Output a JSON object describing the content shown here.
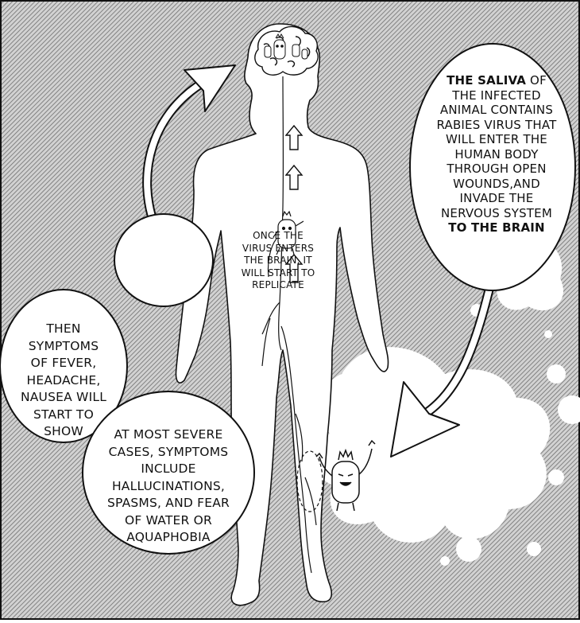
{
  "panel": {
    "colors": {
      "background_pattern": "#8a8a8a",
      "background_light": "#cfcfcf",
      "outline": "#111111",
      "fill": "#ffffff"
    },
    "icons": [
      "rabies-virus-character-icon",
      "up-arrow-icon",
      "curved-arrow-icon",
      "ink-splatter-icon"
    ]
  },
  "bubbles": {
    "saliva": {
      "pre": "",
      "bold1": "THE SALIVA",
      "mid": " OF THE INFECTED ANIMAL CONTAINS RABIES VIRUS THAT WILL ENTER THE HUMAN BODY THROUGH OPEN WOUNDS,AND INVADE THE NERVOUS SYSTEM ",
      "bold2": "TO THE BRAIN"
    },
    "replicate": "ONCE THE VIRUS ENTERS THE BRAIN, IT WILL START TO REPLICATE",
    "symptoms": "THEN SYMPTOMS OF FEVER, HEADACHE, NAUSEA WILL START TO SHOW",
    "severe": "AT MOST SEVERE CASES, SYMPTOMS INCLUDE HALLUCINATIONS, SPASMS, AND FEAR OF WATER OR AQUAPHOBIA"
  }
}
